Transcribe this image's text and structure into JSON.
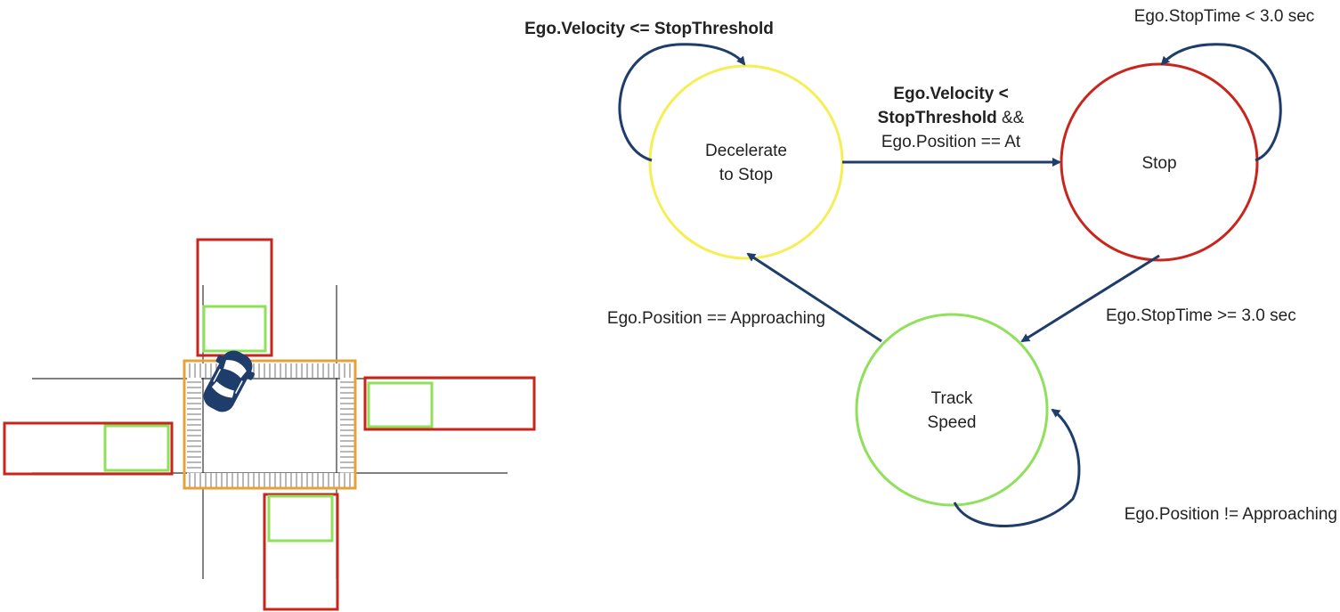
{
  "colors": {
    "arrow": "#1f3d6b",
    "decelerate_state": "#f5ee54",
    "stop_state": "#c8261c",
    "track_state": "#8fe05a",
    "zone_red": "#c8261c",
    "zone_green": "#8fe05a",
    "intersection_orange": "#e8a13a",
    "vehicle": "#1f3d6b"
  },
  "states": {
    "decelerate": {
      "line1": "Decelerate",
      "line2": "to Stop"
    },
    "stop": {
      "line1": "Stop"
    },
    "track": {
      "line1": "Track",
      "line2": "Speed"
    }
  },
  "transitions": {
    "decelerate_self": "Ego.Velocity <= StopThreshold",
    "stop_self": "Ego.StopTime < 3.0 sec",
    "decelerate_to_stop": {
      "line1": "Ego.Velocity <",
      "line2_bold": "StopThreshold",
      "line2_rest": " &&",
      "line3": "Ego.Position == At"
    },
    "stop_to_track": "Ego.StopTime >= 3.0 sec",
    "track_to_decelerate": "Ego.Position == Approaching",
    "track_self": "Ego.Position != Approaching"
  },
  "icons": {
    "vehicle": "car-top-view-icon"
  }
}
